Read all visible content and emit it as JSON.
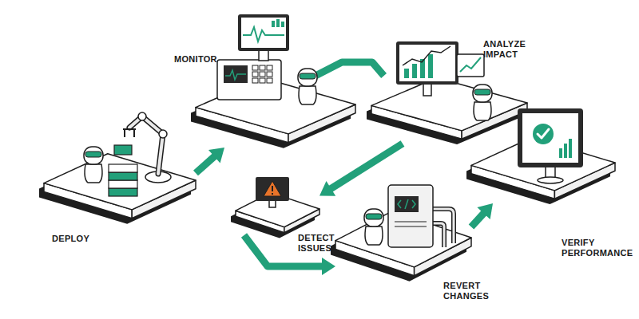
{
  "diagram": {
    "nodes": [
      {
        "text": [
          "MONITOR"
        ]
      },
      {
        "text": [
          "ANALYZE IMPACT"
        ]
      },
      {
        "text": [
          "DEPLOY"
        ]
      },
      {
        "text": [
          "DETECT ISSUES"
        ]
      },
      {
        "text": [
          "REVERT CHANGES"
        ]
      },
      {
        "text": [
          "VERIFY PERFORMANCE"
        ]
      }
    ],
    "edges": [
      {
        "from": 2,
        "to": 0,
        "arrow": "to"
      },
      {
        "from": 0,
        "to": 1,
        "arrow": "none"
      },
      {
        "from": 1,
        "to": 3,
        "arrow": "to"
      },
      {
        "from": 3,
        "to": 4,
        "arrow": "to"
      },
      {
        "from": 4,
        "to": 5,
        "arrow": "to"
      }
    ]
  }
}
